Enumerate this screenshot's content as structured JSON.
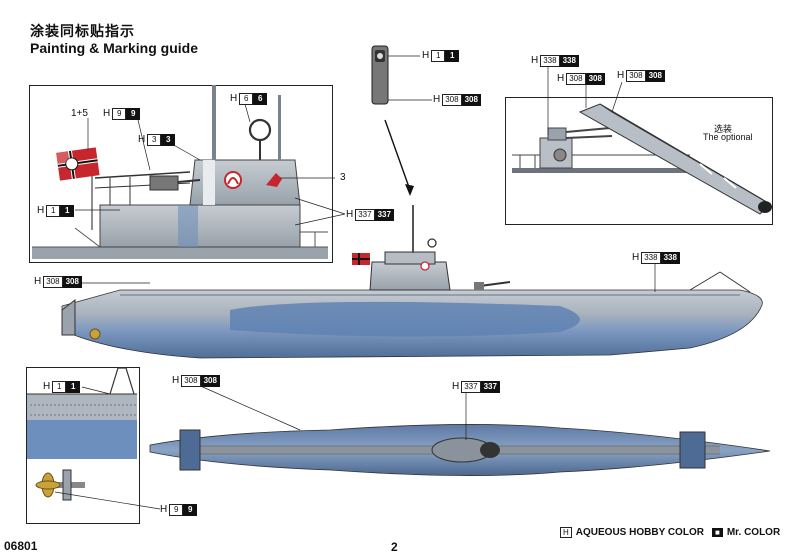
{
  "header": {
    "title_cn": "涂装同标贴指示",
    "title_en": "Painting & Marking guide"
  },
  "callouts": [
    {
      "id": "gun-muzzle-1",
      "h": "H",
      "c1": "1",
      "c2": "1"
    },
    {
      "id": "gun-barrel-308",
      "h": "H",
      "c1": "308",
      "c2": "308"
    },
    {
      "id": "optional-338",
      "h": "H",
      "c1": "338",
      "c2": "338"
    },
    {
      "id": "optional-308a",
      "h": "H",
      "c1": "308",
      "c2": "308"
    },
    {
      "id": "optional-308b",
      "h": "H",
      "c1": "308",
      "c2": "308"
    },
    {
      "id": "tower-flag-9",
      "h": "H",
      "c1": "9",
      "c2": "9"
    },
    {
      "id": "tower-ring-6",
      "h": "H",
      "c1": "6",
      "c2": "6"
    },
    {
      "id": "tower-3",
      "h": "H",
      "c1": "3",
      "c2": "3"
    },
    {
      "id": "tower-1",
      "h": "H",
      "c1": "1",
      "c2": "1"
    },
    {
      "id": "tower-337",
      "h": "H",
      "c1": "337",
      "c2": "337"
    },
    {
      "id": "hull-308",
      "h": "H",
      "c1": "308",
      "c2": "308"
    },
    {
      "id": "hull-338",
      "h": "H",
      "c1": "338",
      "c2": "338"
    },
    {
      "id": "detail-1",
      "h": "H",
      "c1": "1",
      "c2": "1"
    },
    {
      "id": "detail-308",
      "h": "H",
      "c1": "308",
      "c2": "308"
    },
    {
      "id": "hull-337",
      "h": "H",
      "c1": "337",
      "c2": "337"
    },
    {
      "id": "prop-9",
      "h": "H",
      "c1": "9",
      "c2": "9"
    }
  ],
  "labels": {
    "flag_decal": "1+5",
    "decal_3": "3",
    "optional_cn": "选装",
    "optional_en": "The optional"
  },
  "legend": {
    "aqueous_key": "H",
    "aqueous_label": "AQUEOUS HOBBY COLOR",
    "mr_key": "",
    "mr_label": "Mr. COLOR"
  },
  "footer": {
    "kit_number": "06801",
    "page_number": "2"
  },
  "colors": {
    "hull_gray": "#a9b2bd",
    "hull_blue": "#6f8fb8",
    "deck_gray": "#8a929b",
    "flag_red": "#c8262e",
    "brass": "#c9a23a"
  }
}
